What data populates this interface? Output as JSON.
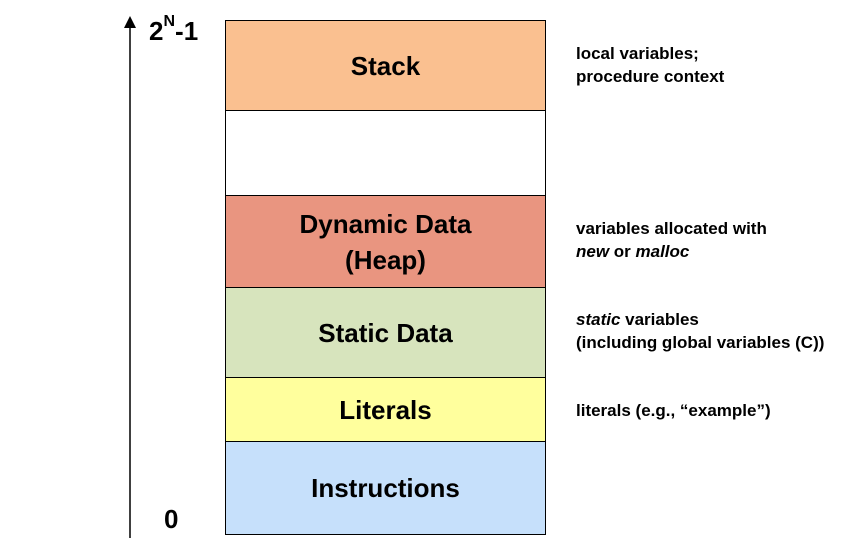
{
  "axis": {
    "top_base": "2",
    "top_exponent": "N",
    "top_suffix": "-1",
    "bottom_label": "0"
  },
  "segments": {
    "stack": "Stack",
    "heap_line1": "Dynamic Data",
    "heap_line2": "(Heap)",
    "static_data": "Static Data",
    "literals": "Literals",
    "instructions": "Instructions"
  },
  "descriptions": {
    "stack_line1": "local variables;",
    "stack_line2": "procedure context",
    "heap_line1": "variables allocated with",
    "heap_new": "new",
    "heap_or": " or ",
    "heap_malloc": "malloc",
    "static_italic": "static",
    "static_rest": " variables",
    "static_line2": "(including global variables (C))",
    "literals": "literals (e.g., “example”)"
  },
  "colors": {
    "stack": "#fac090",
    "gap": "#ffffff",
    "heap": "#e99580",
    "static_data": "#d7e4bd",
    "literals": "#ffff9d",
    "instructions": "#c6e0fb"
  }
}
